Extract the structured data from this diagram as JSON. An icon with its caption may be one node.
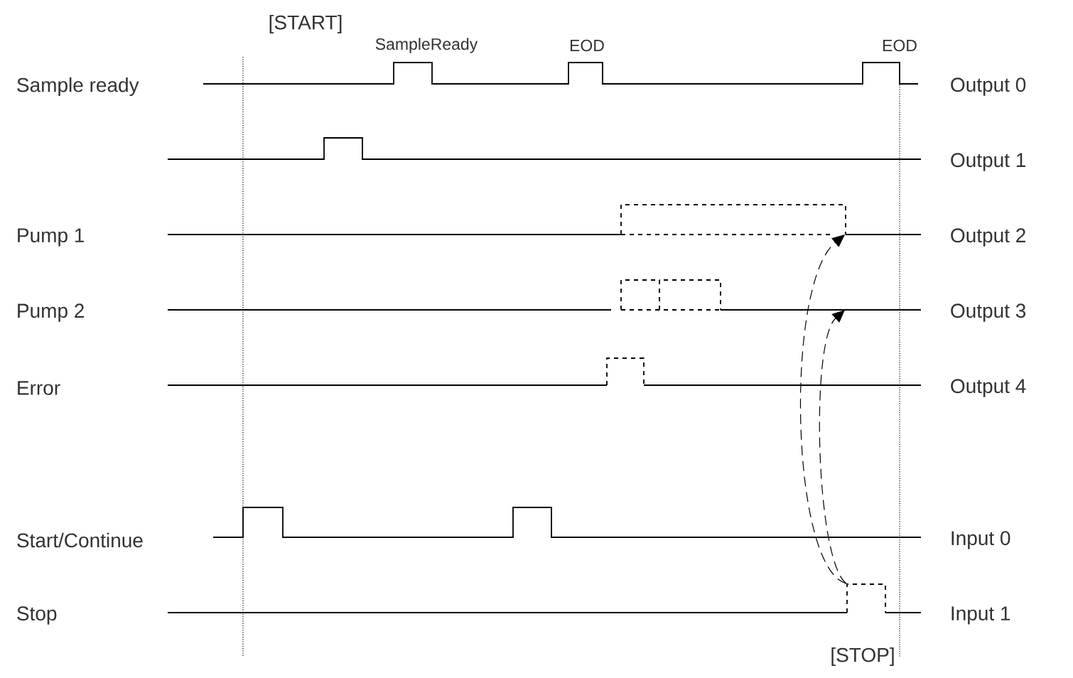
{
  "diagram": {
    "nodes": [
      {
        "text": [],
        "shape": "line"
      },
      {
        "text": [],
        "shape": "line"
      },
      {
        "text": [],
        "shape": "pulse"
      }
    ],
    "edges": [
      {
        "from": 2,
        "to": 0,
        "arrow": "to",
        "style": "dashed"
      },
      {
        "from": 2,
        "to": 1,
        "arrow": "to",
        "style": "dashed"
      }
    ],
    "labels": [
      "[START]",
      "SampleReady",
      "EOD",
      "EOD",
      "Sample ready",
      "Output 0",
      "Output 1",
      "Pump 1",
      "Output 2",
      "Pump 2",
      "Output 3",
      "Error",
      "Output 4",
      "Start/Continue",
      "Input 0",
      "Stop",
      "Input 1",
      "[STOP]"
    ]
  }
}
